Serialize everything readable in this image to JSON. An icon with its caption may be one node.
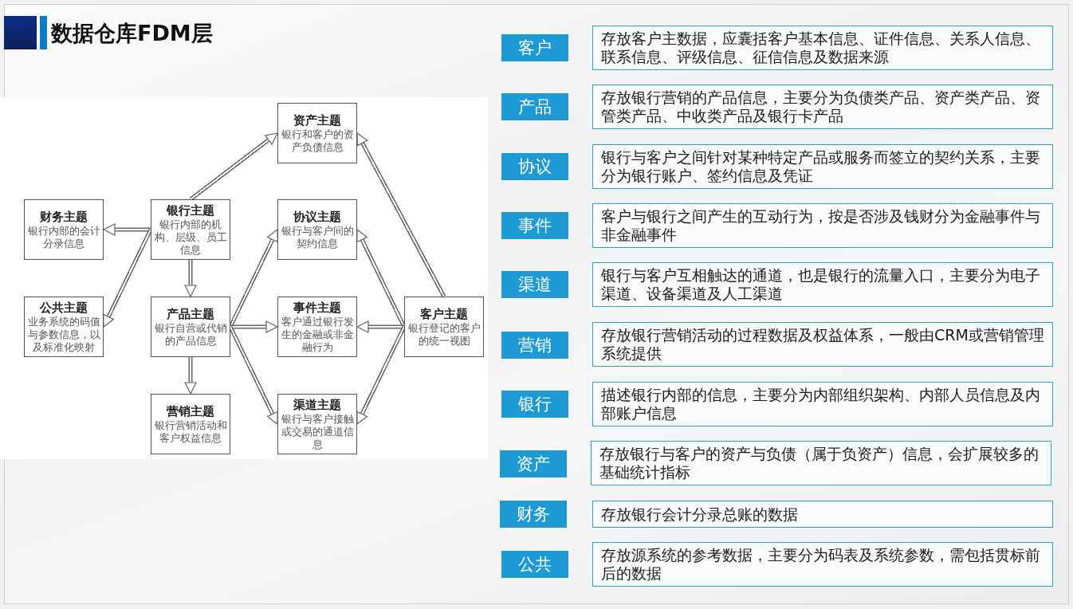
{
  "diagram": {
    "title": "数据仓库FDM层",
    "nodes": [
      {
        "text": [
          "资产主题",
          "银行和客户的资产负债信息"
        ]
      },
      {
        "text": [
          "财务主题",
          "银行内部的会计分录信息"
        ]
      },
      {
        "text": [
          "银行主题",
          "银行内部的机构、层级、员工信息"
        ]
      },
      {
        "text": [
          "协议主题",
          "银行与客户间的契约信息"
        ]
      },
      {
        "text": [
          "公共主题",
          "业务系统的码值与参数信息，以及标准化映射"
        ]
      },
      {
        "text": [
          "产品主题",
          "银行自营或代销的产品信息"
        ]
      },
      {
        "text": [
          "事件主题",
          "客户通过银行发生的金融或非金融行为"
        ]
      },
      {
        "text": [
          "客户主题",
          "银行登记的客户的统一视图"
        ]
      },
      {
        "text": [
          "营销主题",
          "银行营销活动和客户权益信息"
        ]
      },
      {
        "text": [
          "渠道主题",
          "银行与客户接触或交易的通道信息"
        ]
      },
      {
        "text": [
          "客户"
        ]
      },
      {
        "text": [
          "存放客户主数据，应囊括客户基本信息、证件信息、关系人信息、联系信息、评级信息、征信信息及数据来源"
        ]
      },
      {
        "text": [
          "产品"
        ]
      },
      {
        "text": [
          "存放银行营销的产品信息，主要分为负债类产品、资产类产品、资管类产品、中收类产品及银行卡产品"
        ]
      },
      {
        "text": [
          "协议"
        ]
      },
      {
        "text": [
          "银行与客户之间针对某种特定产品或服务而签立的契约关系，主要分为银行账户、签约信息及凭证"
        ]
      },
      {
        "text": [
          "事件"
        ]
      },
      {
        "text": [
          "客户与银行之间产生的互动行为，按是否涉及钱财分为金融事件与非金融事件"
        ]
      },
      {
        "text": [
          "渠道"
        ]
      },
      {
        "text": [
          "银行与客户互相触达的通道，也是银行的流量入口，主要分为电子渠道、设备渠道及人工渠道"
        ]
      },
      {
        "text": [
          "营销"
        ]
      },
      {
        "text": [
          "存放银行营销活动的过程数据及权益体系，一般由CRM或营销管理系统提供"
        ]
      },
      {
        "text": [
          "银行"
        ]
      },
      {
        "text": [
          "描述银行内部的信息，主要分为内部组织架构、内部人员信息及内部账户信息"
        ]
      },
      {
        "text": [
          "资产"
        ]
      },
      {
        "text": [
          "存放银行与客户的资产与负债（属于负资产）信息，会扩展较多的基础统计指标"
        ]
      },
      {
        "text": [
          "财务"
        ]
      },
      {
        "text": [
          "存放银行会计分录总账的数据"
        ]
      },
      {
        "text": [
          "公共"
        ]
      },
      {
        "text": [
          "存放源系统的参考数据，主要分为码表及系统参数，需包括贯标前后的数据"
        ]
      }
    ],
    "edges": [
      {
        "from": 2,
        "to": 0,
        "arrow": "to"
      },
      {
        "from": 2,
        "to": 1,
        "arrow": "to"
      },
      {
        "from": 2,
        "to": 4,
        "arrow": "to"
      },
      {
        "from": 2,
        "to": 5,
        "arrow": "to"
      },
      {
        "from": 5,
        "to": 3,
        "arrow": "to"
      },
      {
        "from": 5,
        "to": 6,
        "arrow": "to"
      },
      {
        "from": 5,
        "to": 9,
        "arrow": "to"
      },
      {
        "from": 5,
        "to": 8,
        "arrow": "to"
      },
      {
        "from": 7,
        "to": 0,
        "arrow": "to"
      },
      {
        "from": 7,
        "to": 3,
        "arrow": "to"
      },
      {
        "from": 7,
        "to": 6,
        "arrow": "to"
      },
      {
        "from": 7,
        "to": 9,
        "arrow": "to"
      }
    ]
  }
}
